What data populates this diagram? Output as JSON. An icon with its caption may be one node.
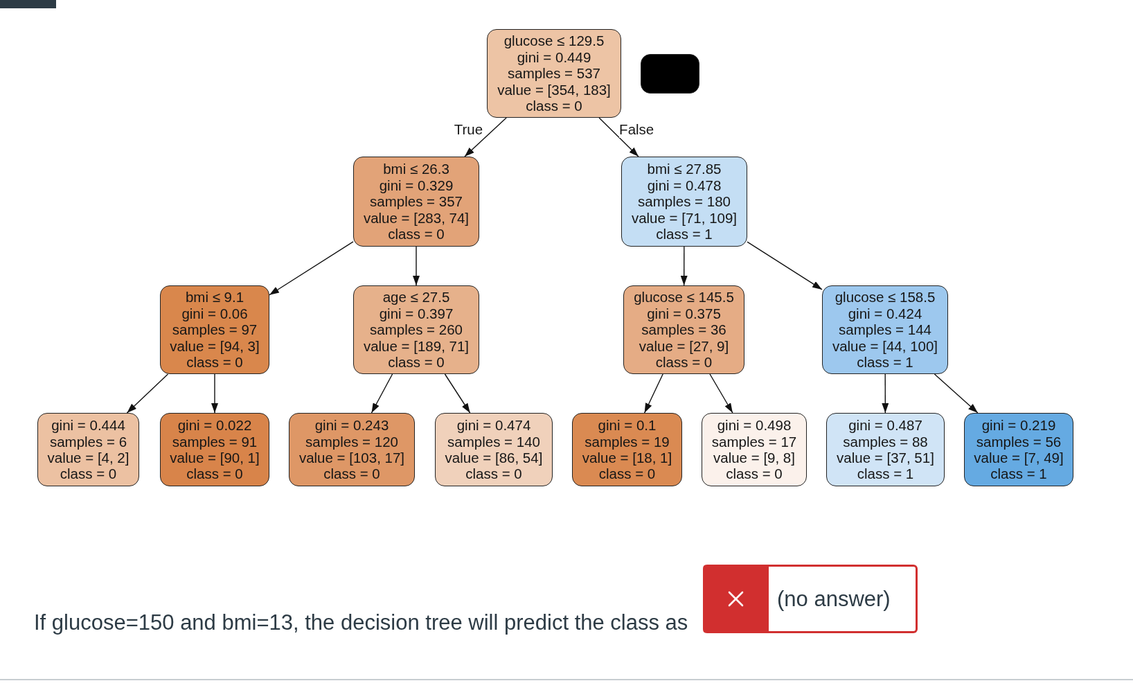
{
  "diagram": {
    "nodes": [
      {
        "text": [
          "glucose ≤ 129.5",
          "gini = 0.449",
          "samples = 537",
          "value = [354, 183]",
          "class = 0"
        ]
      },
      {
        "text": [],
        "shape": "box"
      },
      {
        "text": [
          "bmi ≤ 26.3",
          "gini = 0.329",
          "samples = 357",
          "value = [283, 74]",
          "class = 0"
        ]
      },
      {
        "text": [
          "bmi ≤ 27.85",
          "gini = 0.478",
          "samples = 180",
          "value = [71, 109]",
          "class = 1"
        ]
      },
      {
        "text": [
          "bmi ≤ 9.1",
          "gini = 0.06",
          "samples = 97",
          "value = [94, 3]",
          "class = 0"
        ]
      },
      {
        "text": [
          "age ≤ 27.5",
          "gini = 0.397",
          "samples = 260",
          "value = [189, 71]",
          "class = 0"
        ]
      },
      {
        "text": [
          "glucose ≤ 145.5",
          "gini = 0.375",
          "samples = 36",
          "value = [27, 9]",
          "class = 0"
        ]
      },
      {
        "text": [
          "glucose ≤ 158.5",
          "gini = 0.424",
          "samples = 144",
          "value = [44, 100]",
          "class = 1"
        ]
      },
      {
        "text": [
          "gini = 0.444",
          "samples = 6",
          "value = [4, 2]",
          "class = 0"
        ]
      },
      {
        "text": [
          "gini = 0.022",
          "samples = 91",
          "value = [90, 1]",
          "class = 0"
        ]
      },
      {
        "text": [
          "gini = 0.243",
          "samples = 120",
          "value = [103, 17]",
          "class = 0"
        ]
      },
      {
        "text": [
          "gini = 0.474",
          "samples = 140",
          "value = [86, 54]",
          "class = 0"
        ]
      },
      {
        "text": [
          "gini = 0.1",
          "samples = 19",
          "value = [18, 1]",
          "class = 0"
        ]
      },
      {
        "text": [
          "gini = 0.498",
          "samples = 17",
          "value = [9, 8]",
          "class = 0"
        ]
      },
      {
        "text": [
          "gini = 0.487",
          "samples = 88",
          "value = [37, 51]",
          "class = 1"
        ]
      },
      {
        "text": [
          "gini = 0.219",
          "samples = 56",
          "value = [7, 49]",
          "class = 1"
        ]
      }
    ],
    "edges": [
      {
        "from": 0,
        "to": 2,
        "arrow": "to",
        "label": "True"
      },
      {
        "from": 0,
        "to": 3,
        "arrow": "to",
        "label": "False"
      },
      {
        "from": 2,
        "to": 4,
        "arrow": "to"
      },
      {
        "from": 2,
        "to": 5,
        "arrow": "to"
      },
      {
        "from": 3,
        "to": 6,
        "arrow": "to"
      },
      {
        "from": 3,
        "to": 7,
        "arrow": "to"
      },
      {
        "from": 4,
        "to": 8,
        "arrow": "to"
      },
      {
        "from": 4,
        "to": 9,
        "arrow": "to"
      },
      {
        "from": 5,
        "to": 10,
        "arrow": "to"
      },
      {
        "from": 5,
        "to": 11,
        "arrow": "to"
      },
      {
        "from": 6,
        "to": 12,
        "arrow": "to"
      },
      {
        "from": 6,
        "to": 13,
        "arrow": "to"
      },
      {
        "from": 7,
        "to": 14,
        "arrow": "to"
      },
      {
        "from": 7,
        "to": 15,
        "arrow": "to"
      }
    ],
    "labels": [
      "If glucose=150 and bmi=13, the decision tree will predict the class as",
      "(no answer)"
    ]
  }
}
